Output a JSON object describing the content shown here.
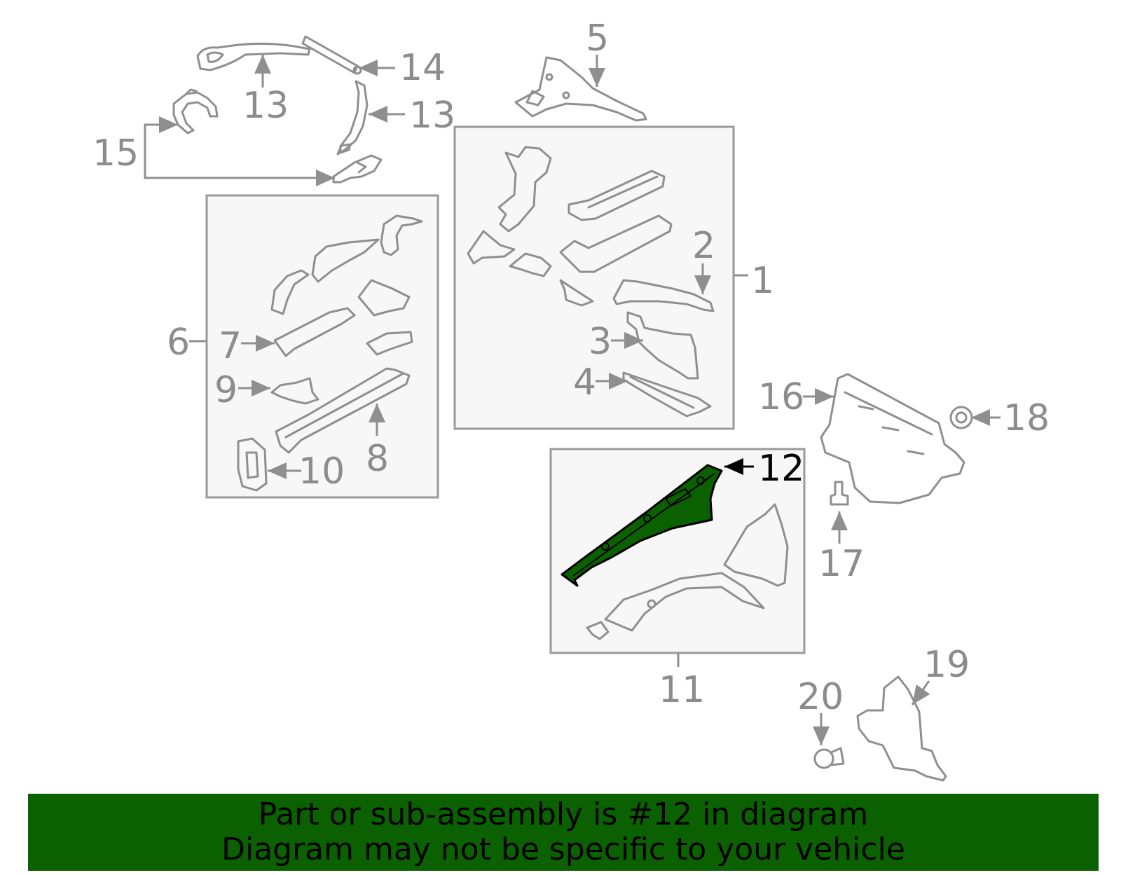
{
  "colors": {
    "highlight": "#0b6100",
    "banner": "#0b6100",
    "part_stroke": "#8f8f8f",
    "callout_text": "#8c8c8c",
    "highlight_text": "#000000",
    "box_fill": "#f7f7f7"
  },
  "callouts": {
    "c1": "1",
    "c2": "2",
    "c3": "3",
    "c4": "4",
    "c5": "5",
    "c6": "6",
    "c7": "7",
    "c8": "8",
    "c9": "9",
    "c10": "10",
    "c11": "11",
    "c12": "12",
    "c13a": "13",
    "c13b": "13",
    "c14": "14",
    "c15": "15",
    "c16": "16",
    "c17": "17",
    "c18": "18",
    "c19": "19",
    "c20": "20"
  },
  "highlighted_part": "12",
  "banner": {
    "line1": "Part or sub-assembly is #12 in diagram",
    "line2": "Diagram may not be specific to your vehicle"
  }
}
